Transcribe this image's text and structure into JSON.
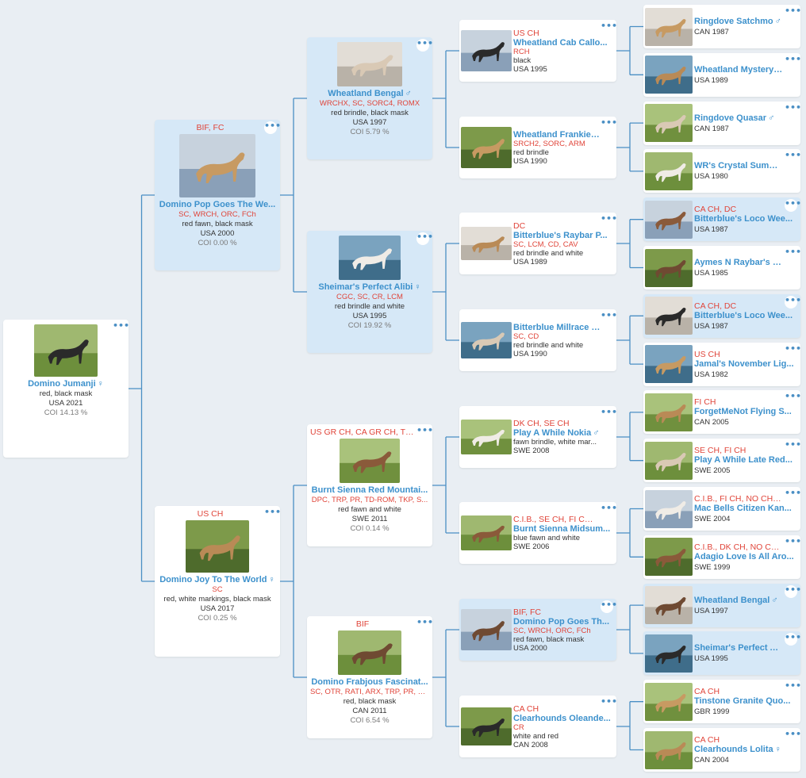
{
  "dogs": {
    "g0": {
      "name": "Domino Jumanji",
      "sex": "♀",
      "titles": "",
      "awards": "",
      "color": "red, black mask",
      "origin": "USA 2021",
      "coi": "COI 14.13 %"
    },
    "g1a": {
      "name": "Domino Pop Goes The We...",
      "sex": "",
      "titles": "BIF, FC",
      "awards": "SC, WRCH, ORC, FCh",
      "color": "red fawn, black mask",
      "origin": "USA 2000",
      "coi": "COI 0.00 %"
    },
    "g1b": {
      "name": "Domino Joy To The World",
      "sex": "♀",
      "titles": "US CH",
      "awards": "SC",
      "color": "red, white markings, black mask",
      "origin": "USA 2017",
      "coi": "COI 0.25 %"
    },
    "g2a": {
      "name": "Wheatland Bengal",
      "sex": "♂",
      "titles": "",
      "awards": "WRCHX, SC, SORC4, ROMX",
      "color": "red brindle, black mask",
      "origin": "USA 1997",
      "coi": "COI 5.79 %"
    },
    "g2b": {
      "name": "Sheimar's Perfect Alibi",
      "sex": "♀",
      "titles": "",
      "awards": "CGC, SC, CR, LCM",
      "color": "red brindle and white",
      "origin": "USA 1995",
      "coi": "COI 19.92 %"
    },
    "g2c": {
      "name": "Burnt Sienna Red Mountai...",
      "sex": "",
      "titles": "US GR CH, CA GR CH, TDCH",
      "awards": "DPC, TRP, PR, TD-ROM, TKP, S...",
      "color": "red fawn and white",
      "origin": "SWE 2011",
      "coi": "COI 0.14 %"
    },
    "g2d": {
      "name": "Domino Frabjous Fascinat...",
      "sex": "",
      "titles": "BIF",
      "awards": "SC, OTR, RATI, ARX, TRP, PR, N...",
      "color": "red, black mask",
      "origin": "CAN 2011",
      "coi": "COI 6.54 %"
    },
    "g3a": {
      "name": "Wheatland Cab Callo...",
      "sex": "",
      "titles": "US CH",
      "awards": "RCH",
      "color": "black",
      "origin": "USA 1995"
    },
    "g3b": {
      "name": "Wheatland Frankie S...",
      "sex": "",
      "titles": "",
      "awards": "SRCH2, SORC, ARM",
      "color": "red brindle",
      "origin": "USA 1990"
    },
    "g3c": {
      "name": "Bitterblue's Raybar P...",
      "sex": "",
      "titles": "DC",
      "awards": "SC, LCM, CD, CAV",
      "color": "red brindle and white",
      "origin": "USA 1989"
    },
    "g3d": {
      "name": "Bitterblue Millrace M...",
      "sex": "",
      "titles": "",
      "awards": "SC, CD",
      "color": "red brindle and white",
      "origin": "USA 1990"
    },
    "g3e": {
      "name": "Play A While Nokia",
      "sex": "♂",
      "titles": "DK CH, SE CH",
      "awards": "",
      "color": "fawn brindle, white mar...",
      "origin": "SWE 2008"
    },
    "g3f": {
      "name": "Burnt Sienna Midsum...",
      "sex": "",
      "titles": "C.I.B., SE CH, FI CH, N...",
      "awards": "",
      "color": "blue fawn and white",
      "origin": "SWE 2006"
    },
    "g3g": {
      "name": "Domino Pop Goes Th...",
      "sex": "",
      "titles": "BIF, FC",
      "awards": "SC, WRCH, ORC, FCh",
      "color": "red fawn, black mask",
      "origin": "USA 2000"
    },
    "g3h": {
      "name": "Clearhounds Oleande...",
      "sex": "",
      "titles": "CA CH",
      "awards": "CR",
      "color": "white and red",
      "origin": "CAN 2008"
    },
    "g4a": {
      "name": "Ringdove Satchmo",
      "sex": "♂",
      "titles": "",
      "origin": "CAN 1987"
    },
    "g4b": {
      "name": "Wheatland Mystery G...",
      "sex": "",
      "titles": "",
      "origin": "USA 1989"
    },
    "g4c": {
      "name": "Ringdove Quasar",
      "sex": "♂",
      "titles": "",
      "origin": "CAN 1987"
    },
    "g4d": {
      "name": "WR's Crystal Summer ...",
      "sex": "",
      "titles": "",
      "origin": "USA 1980"
    },
    "g4e": {
      "name": "Bitterblue's Loco Wee...",
      "sex": "",
      "titles": "CA CH, DC",
      "origin": "USA 1987"
    },
    "g4f": {
      "name": "Aymes N Raybar's Pur...",
      "sex": "",
      "titles": "",
      "origin": "USA 1985"
    },
    "g4g": {
      "name": "Bitterblue's Loco Wee...",
      "sex": "",
      "titles": "CA CH, DC",
      "origin": "USA 1987"
    },
    "g4h": {
      "name": "Jamal's November Lig...",
      "sex": "",
      "titles": "US CH",
      "origin": "USA 1982"
    },
    "g4i": {
      "name": "ForgetMeNot Flying S...",
      "sex": "",
      "titles": "FI CH",
      "origin": "CAN 2005"
    },
    "g4j": {
      "name": "Play A While Late Red...",
      "sex": "",
      "titles": "SE CH, FI CH",
      "origin": "SWE 2005"
    },
    "g4k": {
      "name": "Mac Bells Citizen Kan...",
      "sex": "",
      "titles": "C.I.B., FI CH, NO CH, SE",
      "origin": "SWE 2004"
    },
    "g4l": {
      "name": "Adagio Love Is All Aro...",
      "sex": "",
      "titles": "C.I.B., DK CH, NO CH, F",
      "origin": "SWE 1999"
    },
    "g4m": {
      "name": "Wheatland Bengal",
      "sex": "♂",
      "titles": "",
      "origin": "USA 1997"
    },
    "g4n": {
      "name": "Sheimar's Perfect Alib...",
      "sex": "",
      "titles": "",
      "origin": "USA 1995"
    },
    "g4o": {
      "name": "Tinstone Granite Quo...",
      "sex": "",
      "titles": "CA CH",
      "origin": "GBR 1999"
    },
    "g4p": {
      "name": "Clearhounds Lolita",
      "sex": "♀",
      "titles": "CA CH",
      "origin": "CAN 2004"
    }
  },
  "ui": {
    "more_label": "•••"
  },
  "colors": {
    "background": "#e9eef3",
    "highlight_card": "#d6e8f7",
    "name_blue": "#3d91cc",
    "title_red": "#e0453a",
    "connector": "#4a8fc4"
  }
}
